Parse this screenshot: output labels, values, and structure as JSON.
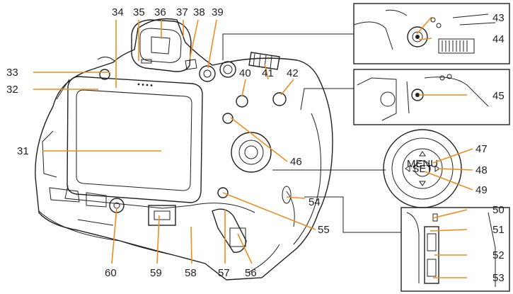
{
  "callouts": [
    {
      "id": "31",
      "label": "31"
    },
    {
      "id": "32",
      "label": "32"
    },
    {
      "id": "33",
      "label": "33"
    },
    {
      "id": "34",
      "label": "34"
    },
    {
      "id": "35",
      "label": "35"
    },
    {
      "id": "36",
      "label": "36"
    },
    {
      "id": "37",
      "label": "37"
    },
    {
      "id": "38",
      "label": "38"
    },
    {
      "id": "39",
      "label": "39"
    },
    {
      "id": "40",
      "label": "40"
    },
    {
      "id": "41",
      "label": "41"
    },
    {
      "id": "42",
      "label": "42"
    },
    {
      "id": "43",
      "label": "43"
    },
    {
      "id": "44",
      "label": "44"
    },
    {
      "id": "45",
      "label": "45"
    },
    {
      "id": "46",
      "label": "46"
    },
    {
      "id": "47",
      "label": "47"
    },
    {
      "id": "48",
      "label": "48"
    },
    {
      "id": "49",
      "label": "49"
    },
    {
      "id": "50",
      "label": "50"
    },
    {
      "id": "51",
      "label": "51"
    },
    {
      "id": "52",
      "label": "52"
    },
    {
      "id": "53",
      "label": "53"
    },
    {
      "id": "54",
      "label": "54"
    },
    {
      "id": "55",
      "label": "55"
    },
    {
      "id": "56",
      "label": "56"
    },
    {
      "id": "57",
      "label": "57"
    },
    {
      "id": "58",
      "label": "58"
    },
    {
      "id": "59",
      "label": "59"
    },
    {
      "id": "60",
      "label": "60"
    }
  ],
  "dial": {
    "center_label": "MENU/SET"
  },
  "colors": {
    "leader": "#f08c1e",
    "outline": "#231f20",
    "body": "#ffffff"
  }
}
